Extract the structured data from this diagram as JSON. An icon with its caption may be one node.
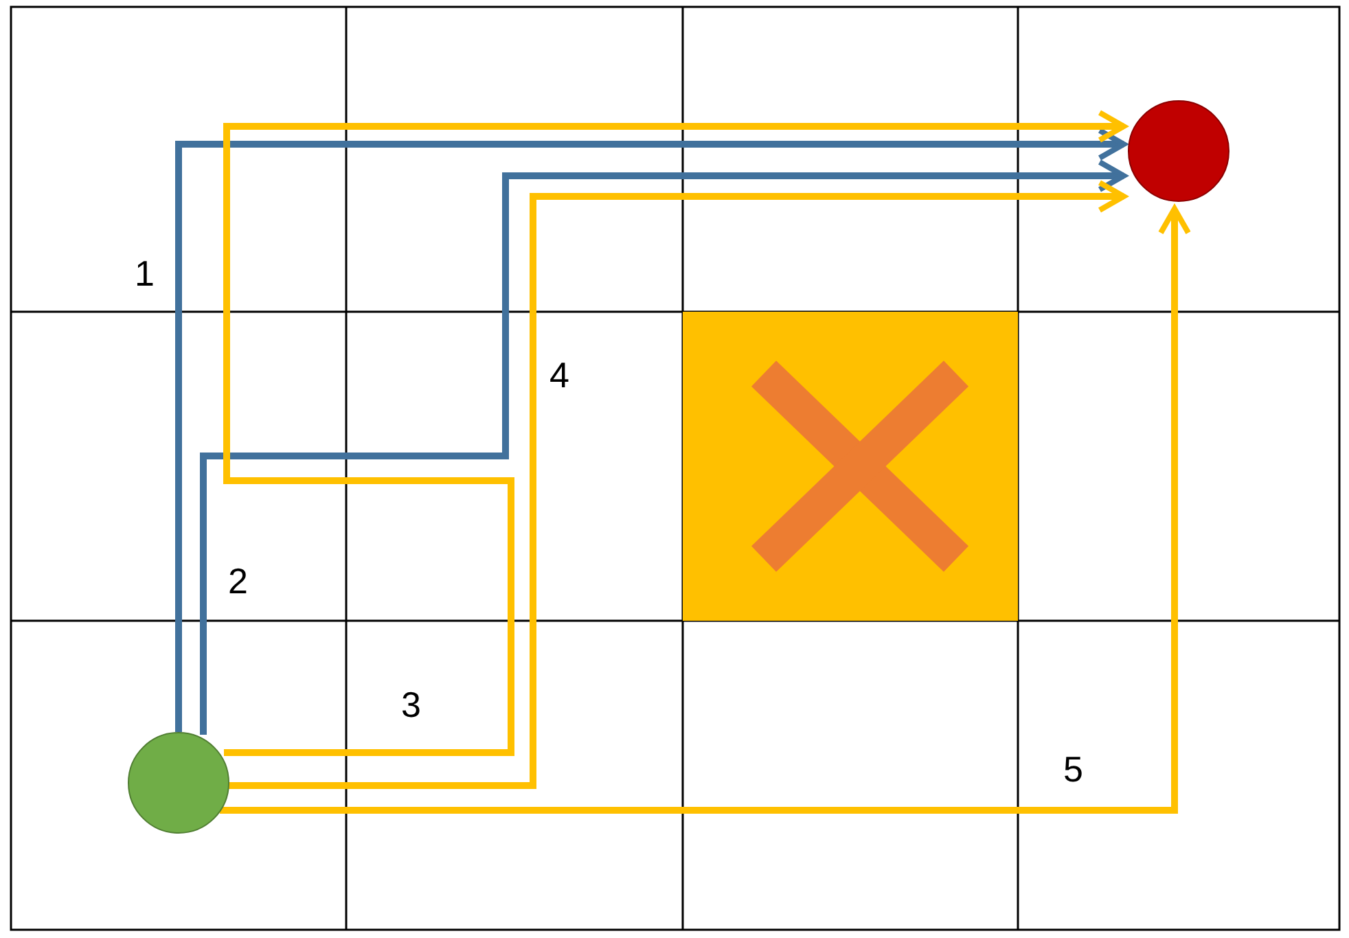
{
  "diagram": {
    "nodes": [
      {
        "text": [],
        "shape": "circle"
      },
      {
        "text": [],
        "shape": "circle"
      }
    ],
    "edges": [
      {
        "from": 0,
        "to": 1,
        "arrow": "to",
        "label": "1",
        "color": "#41719c"
      },
      {
        "from": 0,
        "to": 1,
        "arrow": "to",
        "label": "2",
        "color": "#41719c"
      },
      {
        "from": 0,
        "to": 1,
        "arrow": "to",
        "label": "3"
      },
      {
        "from": 0,
        "to": 1,
        "arrow": "to",
        "label": "4"
      },
      {
        "from": 0,
        "to": 1,
        "arrow": "to",
        "label": "5"
      }
    ]
  }
}
